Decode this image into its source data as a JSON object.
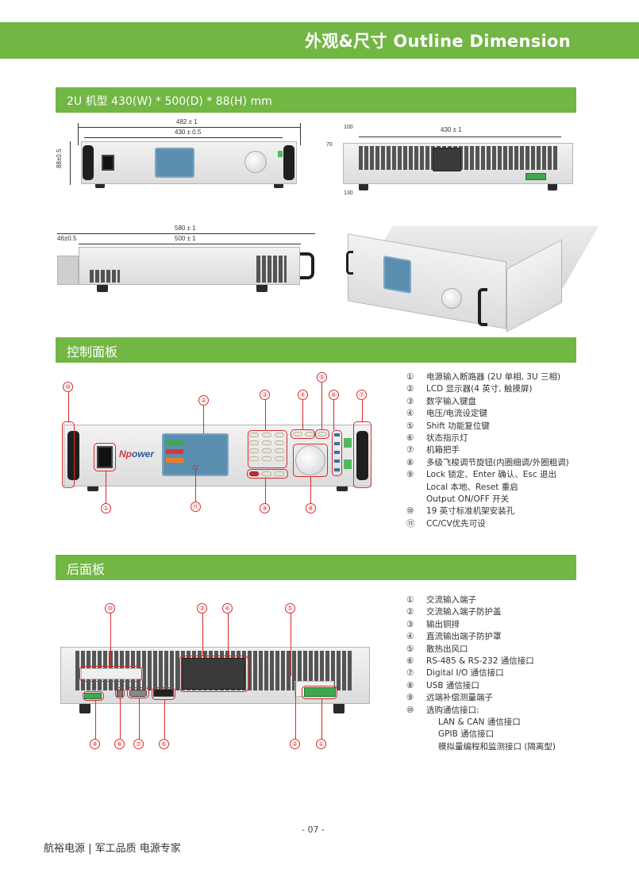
{
  "header": {
    "title": "外观&尺寸  Outline Dimension"
  },
  "sections": {
    "dimensions": {
      "title": "2U 机型   430(W) * 500(D) * 88(H) mm"
    },
    "front_panel": {
      "title": "控制面板"
    },
    "rear_panel": {
      "title": "后面板"
    }
  },
  "drawings": {
    "front": {
      "width_outer": "482 ± 1",
      "width_inner": "430 ± 0.5",
      "height": "88±0.5"
    },
    "rear": {
      "width": "430 ± 1",
      "dim_top": "100",
      "dim_mid": "70",
      "dim_bottom": "130"
    },
    "side": {
      "depth_total": "580 ± 1",
      "depth_body": "500 ± 1",
      "handle_depth": "46±0.5"
    }
  },
  "front_callouts": [
    "①",
    "②",
    "③",
    "④",
    "⑤",
    "⑥",
    "⑦",
    "⑧",
    "⑨",
    "⑩",
    "⑪"
  ],
  "rear_callouts": [
    "①",
    "②",
    "③",
    "④",
    "⑤",
    "⑥",
    "⑦",
    "⑧",
    "⑨",
    "⑩"
  ],
  "front_legend": [
    {
      "num": "①",
      "text": "电源输入断路器 (2U 单相, 3U 三相)"
    },
    {
      "num": "②",
      "text": "LCD 显示器(4 英寸, 触摸屏)"
    },
    {
      "num": "③",
      "text": "数字输入键盘"
    },
    {
      "num": "④",
      "text": "电压/电流设定键"
    },
    {
      "num": "⑤",
      "text": "Shift 功能复位键"
    },
    {
      "num": "⑥",
      "text": "状态指示灯"
    },
    {
      "num": "⑦",
      "text": "机箱把手"
    },
    {
      "num": "⑧",
      "text": "多级飞梭调节旋钮(内圈细调/外圈粗调)"
    },
    {
      "num": "⑨",
      "text": "Lock 锁定、Enter 确认、Esc 退出"
    },
    {
      "num": "",
      "text": "Local 本地、Reset 重启"
    },
    {
      "num": "",
      "text": "Output ON/OFF 开关"
    },
    {
      "num": "⑩",
      "text": "19 英寸标准机架安装孔"
    },
    {
      "num": "⑪",
      "text": "CC/CV优先可设"
    }
  ],
  "rear_legend": [
    {
      "num": "①",
      "text": "交流输入端子"
    },
    {
      "num": "②",
      "text": "交流输入端子防护盖"
    },
    {
      "num": "③",
      "text": "输出铜排"
    },
    {
      "num": "④",
      "text": "直流输出端子防护罩"
    },
    {
      "num": "⑤",
      "text": "散热出风口"
    },
    {
      "num": "⑥",
      "text": "RS-485 & RS-232 通信接口"
    },
    {
      "num": "⑦",
      "text": "Digital I/O 通信接口"
    },
    {
      "num": "⑧",
      "text": "USB 通信接口"
    },
    {
      "num": "⑨",
      "text": "远端补偿测量端子"
    },
    {
      "num": "⑩",
      "text": "选购通信接口:"
    },
    {
      "num": "",
      "text": "LAN &  CAN 通信接口"
    },
    {
      "num": "",
      "text": "GPIB 通信接口"
    },
    {
      "num": "",
      "text": "模拟量编程和监测接口 (隔离型)"
    }
  ],
  "footer": {
    "page": "- 07 -",
    "tagline": "航裕电源  |  军工品质 电源专家"
  },
  "colors": {
    "accent": "#72b644",
    "callout": "#d62b2b"
  }
}
